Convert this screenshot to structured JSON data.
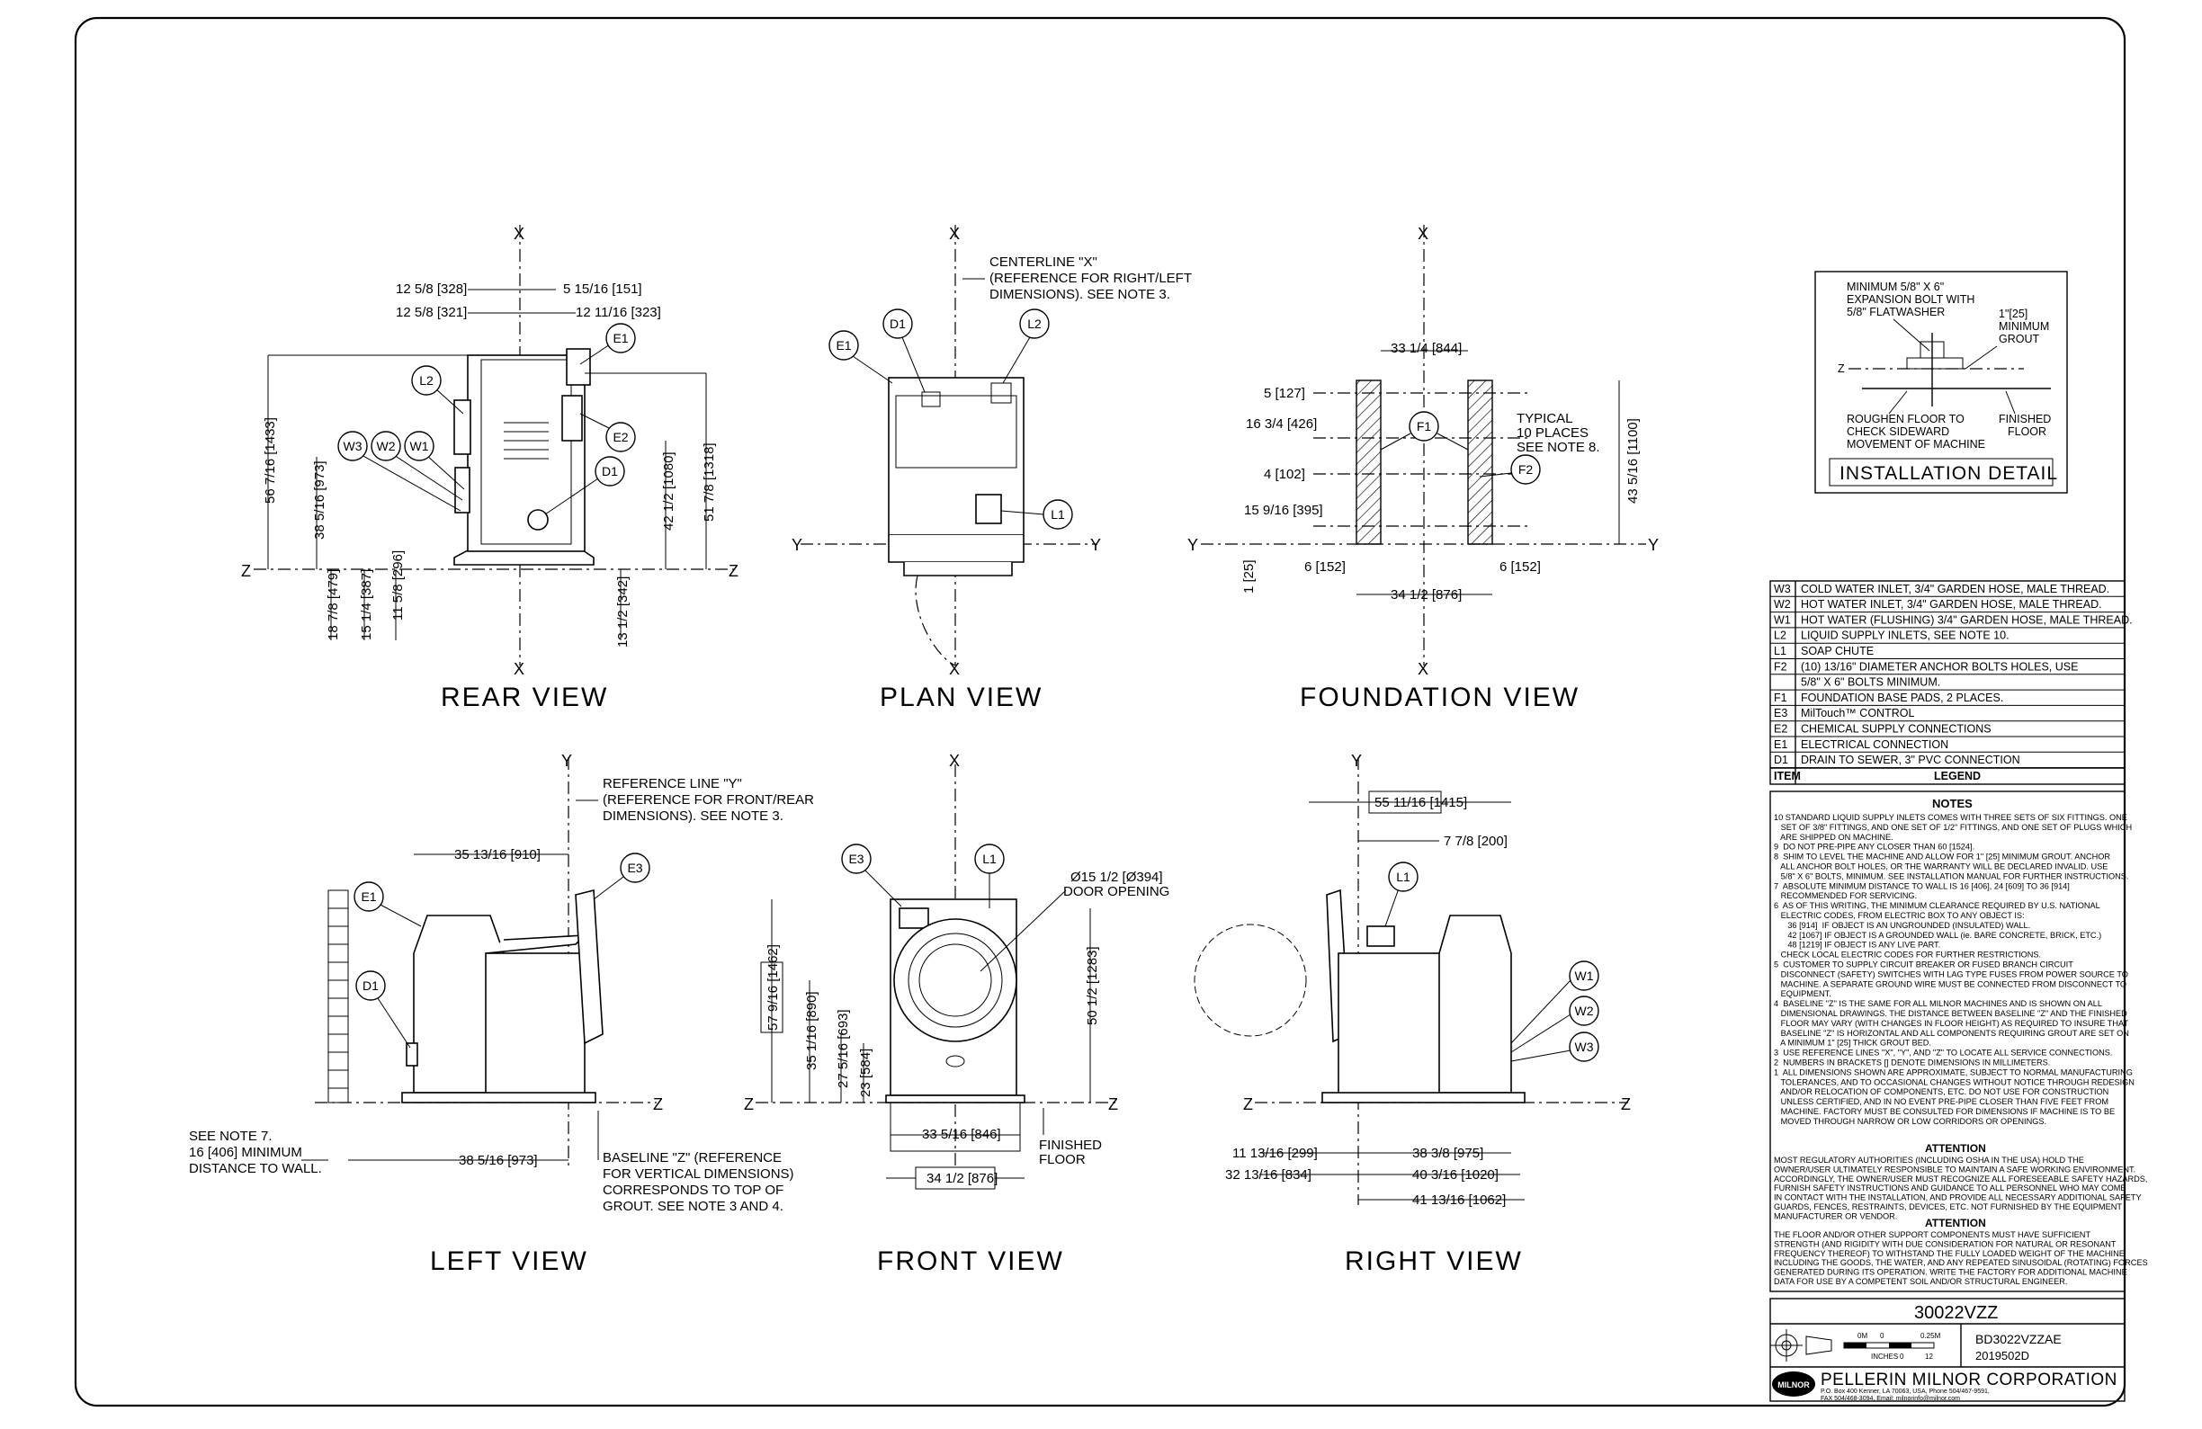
{
  "views": {
    "rear": {
      "title": "REAR VIEW",
      "dims": [
        "12 5/8 [328]",
        "12 5/8 [321]",
        "5 15/16 [151]",
        "12 11/16 [323]",
        "56 7/16 [1433]",
        "38 5/16 [973]",
        "42 1/2 [1080]",
        "51 7/8 [1318]",
        "18 7/8 [479]",
        "15 1/4 [387]",
        "11 5/8 [296]",
        "13 1/2 [342]"
      ],
      "bubbles": [
        "E1",
        "L2",
        "E2",
        "W3",
        "W2",
        "W1",
        "D1"
      ]
    },
    "plan": {
      "title": "PLAN VIEW",
      "note": [
        "CENTERLINE \"X\"",
        "(REFERENCE FOR RIGHT/LEFT",
        "DIMENSIONS). SEE NOTE 3."
      ],
      "bubbles": [
        "D1",
        "L2",
        "E1",
        "L1"
      ]
    },
    "foundation": {
      "title": "FOUNDATION VIEW",
      "dims": [
        "33 1/4 [844]",
        "5 [127]",
        "16 3/4 [426]",
        "4 [102]",
        "15 9/16 [395]",
        "43 5/16 [1100]",
        "6 [152]",
        "6 [152]",
        "34 1/2 [876]",
        "1 [25]"
      ],
      "note": [
        "TYPICAL",
        "10 PLACES",
        "SEE NOTE 8."
      ],
      "bubbles": [
        "F1",
        "F2"
      ]
    },
    "left": {
      "title": "LEFT VIEW",
      "dims": [
        "35 13/16 [910]",
        "38 5/16 [973]"
      ],
      "note": [
        "REFERENCE LINE \"Y\"",
        "(REFERENCE FOR FRONT/REAR",
        "DIMENSIONS). SEE NOTE 3."
      ],
      "wall_note": [
        "SEE NOTE 7.",
        "16 [406] MINIMUM",
        "DISTANCE TO WALL."
      ],
      "baseline_note": [
        "BASELINE \"Z\" (REFERENCE",
        "FOR VERTICAL DIMENSIONS)",
        "CORRESPONDS TO TOP OF",
        "GROUT. SEE NOTE 3 AND 4."
      ],
      "bubbles": [
        "E1",
        "E3",
        "D1"
      ]
    },
    "front": {
      "title": "FRONT VIEW",
      "dims": [
        "57 9/16 [1462]",
        "35 1/16 [890]",
        "27 5/16 [693]",
        "23 [584]",
        "50 1/2 [1283]",
        "33 5/16 [846]",
        "34 1/2 [876]"
      ],
      "door": [
        "Ø15 1/2 [Ø394]",
        "DOOR OPENING"
      ],
      "floor": [
        "FINISHED",
        "FLOOR"
      ],
      "bubbles": [
        "E3",
        "L1"
      ]
    },
    "right": {
      "title": "RIGHT VIEW",
      "dims": [
        "55 11/16 [1415]",
        "7 7/8 [200]",
        "11 13/16 [299]",
        "32 13/16 [834]",
        "38 3/8 [975]",
        "40 3/16 [1020]",
        "41 13/16 [1062]"
      ],
      "bubbles": [
        "L1",
        "W1",
        "W2",
        "W3"
      ]
    }
  },
  "axes": {
    "x": "X",
    "y": "Y",
    "z": "Z"
  },
  "installation": {
    "title": "INSTALLATION DETAIL",
    "labels": [
      "MINIMUM 5/8\" X 6\"",
      "EXPANSION BOLT WITH",
      "5/8\" FLATWASHER",
      "1\"[25]",
      "MINIMUM",
      "GROUT",
      "ROUGHEN FLOOR TO",
      "CHECK SIDEWARD",
      "MOVEMENT OF MACHINE",
      "FINISHED",
      "FLOOR",
      "Z"
    ]
  },
  "legend": {
    "header": [
      "ITEM",
      "LEGEND"
    ],
    "rows": [
      {
        "item": "W3",
        "text": "COLD WATER INLET, 3/4\" GARDEN HOSE, MALE THREAD."
      },
      {
        "item": "W2",
        "text": "HOT WATER INLET, 3/4\" GARDEN HOSE, MALE THREAD."
      },
      {
        "item": "W1",
        "text": "HOT WATER (FLUSHING) 3/4\" GARDEN HOSE, MALE THREAD."
      },
      {
        "item": "L2",
        "text": "LIQUID SUPPLY INLETS, SEE NOTE 10."
      },
      {
        "item": "L1",
        "text": "SOAP CHUTE"
      },
      {
        "item": "F2",
        "text": "(10) 13/16\" DIAMETER ANCHOR BOLTS HOLES, USE"
      },
      {
        "item": "",
        "text": "5/8\" X 6\" BOLTS MINIMUM."
      },
      {
        "item": "F1",
        "text": "FOUNDATION BASE PADS, 2 PLACES."
      },
      {
        "item": "E3",
        "text": "MilTouch™ CONTROL"
      },
      {
        "item": "E2",
        "text": "CHEMICAL SUPPLY CONNECTIONS"
      },
      {
        "item": "E1",
        "text": "ELECTRICAL CONNECTION"
      },
      {
        "item": "D1",
        "text": "DRAIN TO SEWER, 3\" PVC CONNECTION"
      }
    ]
  },
  "notes": {
    "title": "NOTES",
    "lines": [
      "10 STANDARD LIQUID SUPPLY INLETS COMES WITH THREE SETS OF SIX FITTINGS. ONE",
      "   SET OF 3/8\" FITTINGS, AND ONE SET OF 1/2\" FITTINGS, AND ONE SET OF PLUGS WHICH",
      "   ARE SHIPPED ON MACHINE.",
      "9  DO NOT PRE-PIPE ANY CLOSER THAN 60 [1524].",
      "8  SHIM TO LEVEL THE MACHINE AND ALLOW FOR 1\" [25] MINIMUM GROUT. ANCHOR",
      "   ALL ANCHOR BOLT HOLES, OR THE WARRANTY WILL BE DECLARED INVALID. USE",
      "   5/8\" X 6\" BOLTS, MINIMUM. SEE INSTALLATION MANUAL FOR FURTHER INSTRUCTIONS.",
      "7  ABSOLUTE MINIMUM DISTANCE TO WALL IS 16 [406], 24 [609] TO 36 [914]",
      "   RECOMMENDED FOR SERVICING.",
      "6  AS OF THIS WRITING, THE MINIMUM CLEARANCE REQUIRED BY U.S. NATIONAL",
      "   ELECTRIC CODES, FROM ELECTRIC BOX TO ANY OBJECT IS:",
      "      36 [914]  IF OBJECT IS AN UNGROUNDED (INSULATED) WALL.",
      "      42 [1067] IF OBJECT IS A GROUNDED WALL (ie. BARE CONCRETE, BRICK, ETC.)",
      "      48 [1219] IF OBJECT IS ANY LIVE PART.",
      "   CHECK LOCAL ELECTRIC CODES FOR FURTHER RESTRICTIONS.",
      "5  CUSTOMER TO SUPPLY CIRCUIT BREAKER OR FUSED BRANCH CIRCUIT",
      "   DISCONNECT (SAFETY) SWITCHES WITH LAG TYPE FUSES FROM POWER SOURCE TO",
      "   MACHINE. A SEPARATE GROUND WIRE MUST BE CONNECTED FROM DISCONNECT TO",
      "   EQUIPMENT.",
      "4  BASELINE \"Z\" IS THE SAME FOR ALL MILNOR MACHINES AND IS SHOWN ON ALL",
      "   DIMENSIONAL DRAWINGS. THE DISTANCE BETWEEN BASELINE \"Z\" AND THE FINISHED",
      "   FLOOR MAY VARY (WITH CHANGES IN FLOOR HEIGHT) AS REQUIRED TO INSURE THAT",
      "   BASELINE \"Z\" IS HORIZONTAL AND ALL COMPONENTS REQUIRING GROUT ARE SET ON",
      "   A MINIMUM 1\" [25] THICK GROUT BED.",
      "3  USE REFERENCE LINES \"X\", \"Y\", AND \"Z\" TO LOCATE ALL SERVICE CONNECTIONS.",
      "2  NUMBERS IN BRACKETS [] DENOTE DIMENSIONS IN MILLIMETERS.",
      "1  ALL DIMENSIONS SHOWN ARE APPROXIMATE, SUBJECT TO NORMAL MANUFACTURING",
      "   TOLERANCES, AND TO OCCASIONAL CHANGES WITHOUT NOTICE THROUGH REDESIGN",
      "   AND/OR RELOCATION OF COMPONENTS, ETC. DO NOT USE FOR CONSTRUCTION",
      "   UNLESS CERTIFIED, AND IN NO EVENT PRE-PIPE CLOSER THAN FIVE FEET FROM",
      "   MACHINE. FACTORY MUST BE CONSULTED FOR DIMENSIONS IF MACHINE IS TO BE",
      "   MOVED THROUGH NARROW OR LOW CORRIDORS OR OPENINGS."
    ]
  },
  "attention1": {
    "title": "ATTENTION",
    "lines": [
      "MOST REGULATORY AUTHORITIES (INCLUDING OSHA IN THE USA) HOLD THE",
      "OWNER/USER ULTIMATELY RESPONSIBLE TO MAINTAIN A SAFE WORKING ENVIRONMENT.",
      "ACCORDINGLY, THE OWNER/USER MUST RECOGNIZE ALL FORESEEABLE SAFETY HAZARDS,",
      "FURNISH SAFETY INSTRUCTIONS AND GUIDANCE TO ALL PERSONNEL WHO MAY COME",
      "IN CONTACT WITH THE INSTALLATION, AND PROVIDE ALL NECESSARY ADDITIONAL SAFETY",
      "GUARDS, FENCES, RESTRAINTS, DEVICES, ETC. NOT FURNISHED BY THE EQUIPMENT",
      "MANUFACTURER OR VENDOR."
    ]
  },
  "attention2": {
    "title": "ATTENTION",
    "lines": [
      "THE FLOOR AND/OR OTHER SUPPORT COMPONENTS MUST HAVE SUFFICIENT",
      "STRENGTH (AND RIGIDITY WITH DUE CONSIDERATION FOR NATURAL OR RESONANT",
      "FREQUENCY THEREOF) TO WITHSTAND THE FULLY LOADED WEIGHT OF THE MACHINE",
      "INCLUDING THE GOODS, THE WATER, AND ANY REPEATED SINUSOIDAL (ROTATING) FORCES",
      "GENERATED DURING ITS OPERATION. WRITE THE FACTORY FOR ADDITIONAL MACHINE",
      "DATA FOR USE BY A COMPETENT SOIL AND/OR STRUCTURAL ENGINEER."
    ]
  },
  "titleblock": {
    "model": "30022VZZ",
    "scale_top": [
      "0M",
      "0",
      "0.25M"
    ],
    "scale_bottom": [
      "INCHES",
      "0",
      "12"
    ],
    "drawing_no": "BD3022VZZAE",
    "date_code": "2019502D",
    "company": "PELLERIN MILNOR CORPORATION",
    "address1": "P.O. Box 400 Kenner, LA 70063, USA, Phone 504/467-9591,",
    "address2": "FAX 504/468-3094, Email: milnorinfo@milnor.com",
    "logo_text": "MILNOR"
  }
}
